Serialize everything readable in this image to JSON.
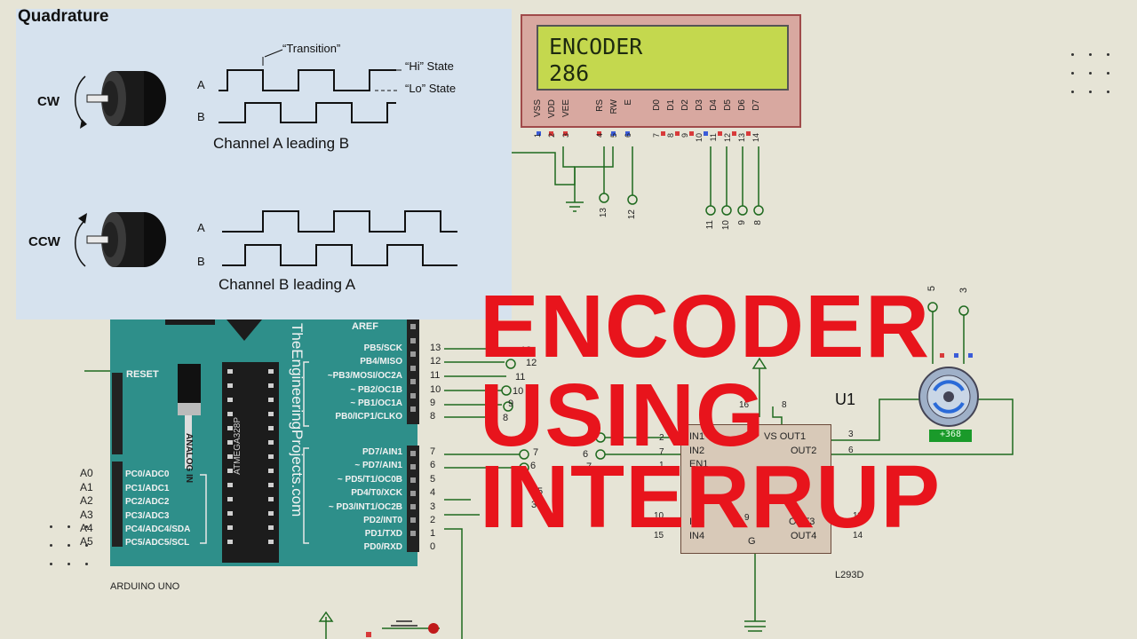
{
  "quadrature": {
    "title": "Quadrature",
    "cw_label": "CW",
    "ccw_label": "CCW",
    "channel_a": "A",
    "channel_b": "B",
    "transition": "“Transition”",
    "hi_state": "“Hi” State",
    "lo_state": "“Lo” State",
    "cw_caption": "Channel A leading B",
    "ccw_caption": "Channel B leading A"
  },
  "lcd": {
    "line1": "ENCODER",
    "line2": "286",
    "pin_names": [
      "VSS",
      "VDD",
      "VEE",
      "RS",
      "RW",
      "E",
      "D0",
      "D1",
      "D2",
      "D3",
      "D4",
      "D5",
      "D6",
      "D7"
    ],
    "pin_numbers": [
      "1",
      "2",
      "3",
      "4",
      "5",
      "6",
      "7",
      "8",
      "9",
      "10",
      "11",
      "12",
      "13",
      "14"
    ],
    "terminals": [
      "13",
      "12",
      "11",
      "10",
      "9",
      "8"
    ]
  },
  "headline": {
    "line1": "ENCODER",
    "line2": "USING",
    "line3": "INTERRUP"
  },
  "arduino": {
    "board_label": "ARDUINO UNO",
    "vertical_text": "TheEngineeringProjects.com",
    "chip_label": "ATMEGA328P",
    "aref": "AREF",
    "reset": "RESET",
    "analog_label": "ANALOG IN",
    "analog_pins": [
      "A0",
      "A1",
      "A2",
      "A3",
      "A4",
      "A5"
    ],
    "left_pins": [
      "PC0/ADC0",
      "PC1/ADC1",
      "PC2/ADC2",
      "PC3/ADC3",
      "PC4/ADC4/SDA",
      "PC5/ADC5/SCL"
    ],
    "right_pins_top": [
      "PB5/SCK",
      "PB4/MISO",
      "~PB3/MOSI/OC2A",
      "~ PB2/OC1B",
      "~ PB1/OC1A",
      "PB0/ICP1/CLKO"
    ],
    "right_pins_bottom": [
      "PD7/AIN1",
      "~ PD7/AIN1",
      "~ PD5/T1/OC0B",
      "PD4/T0/XCK",
      "~ PD3/INT1/OC2B",
      "PD2/INT0",
      "PD1/TXD",
      "PD0/RXD"
    ],
    "digital_numbers_top": [
      "13",
      "12",
      "11",
      "10",
      "9",
      "8"
    ],
    "digital_numbers_bottom": [
      "7",
      "6",
      "5",
      "4",
      "3",
      "2",
      "1",
      "0"
    ],
    "wire_labels": [
      "13",
      "12",
      "11",
      "10",
      "9",
      "8",
      "7",
      "6"
    ]
  },
  "driver": {
    "ref": "U1",
    "part": "L293D",
    "pins_left": [
      "IN1",
      "IN2",
      "EN1",
      "IN3",
      "IN4"
    ],
    "pins_right": [
      "VS OUT1",
      "OUT2",
      "OUT3",
      "OUT4"
    ],
    "pin_numbers": [
      "2",
      "7",
      "1",
      "10",
      "15",
      "16",
      "8",
      "3",
      "6",
      "11",
      "14",
      "9"
    ],
    "nodes": [
      "6",
      "7",
      "5",
      "3"
    ],
    "gnd_label": "G"
  },
  "motor": {
    "readout": "+368",
    "terminals": [
      "5",
      "3"
    ]
  },
  "colors": {
    "headline": "#e8141c",
    "panel": "#d6e2ee",
    "board": "#2e8f8a",
    "lcd_screen": "#c4d84e",
    "background": "#e6e4d6"
  }
}
